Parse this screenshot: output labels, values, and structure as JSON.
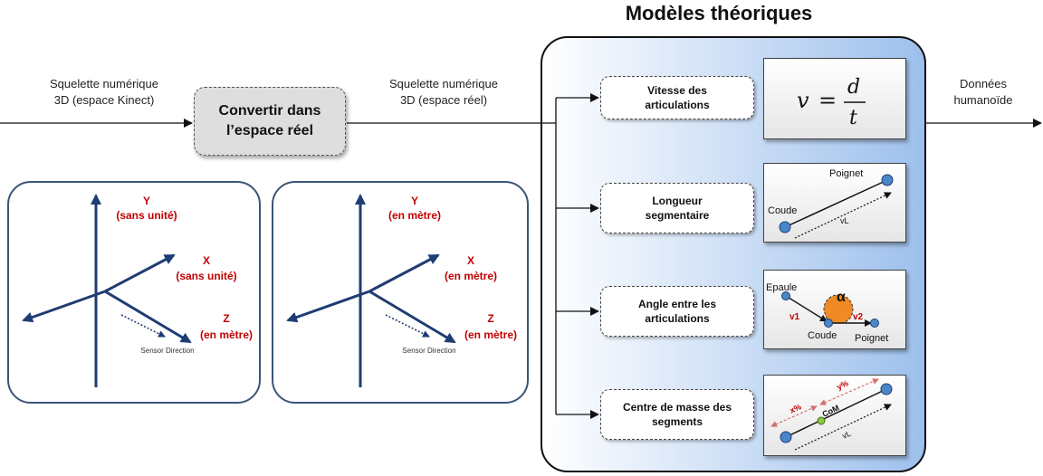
{
  "title": "Modèles théoriques",
  "input_label": {
    "line1": "Squelette numérique",
    "line2": "3D (espace Kinect)"
  },
  "mid_label": {
    "line1": "Squelette numérique",
    "line2": "3D (espace réel)"
  },
  "output_label": {
    "line1": "Données",
    "line2": "humanoïde"
  },
  "convert_box": {
    "line1": "Convertir dans",
    "line2": "l’espace réel"
  },
  "kinect_axes": {
    "y_label": "Y",
    "y_unit": "(sans unité)",
    "x_label": "X",
    "x_unit": "(sans unité)",
    "z_label": "Z",
    "z_unit": "(en mètre)",
    "sensor_direction": "Sensor Direction"
  },
  "real_axes": {
    "y_label": "Y",
    "y_unit": "(en mètre)",
    "x_label": "X",
    "x_unit": "(en mètre)",
    "z_label": "Z",
    "z_unit": "(en mètre)",
    "sensor_direction": "Sensor Direction"
  },
  "models": [
    {
      "line1": "Vitesse des",
      "line2": "articulations"
    },
    {
      "line1": "Longueur",
      "line2": "segmentaire"
    },
    {
      "line1": "Angle entre les",
      "line2": "articulations"
    },
    {
      "line1": "Centre de masse des",
      "line2": "segments"
    }
  ],
  "formula": {
    "lhs": "v",
    "eq": "=",
    "num": "d",
    "den": "t"
  },
  "segment_length": {
    "poignet": "Poignet",
    "coude": "Coude",
    "vector": "vL"
  },
  "angle": {
    "epaule": "Epaule",
    "coude": "Coude",
    "poignet": "Poignet",
    "v1": "v1",
    "v2": "v2",
    "alpha": "α"
  },
  "com": {
    "x_pct": "x%",
    "y_pct": "y%",
    "com": "CoM",
    "vector": "vL"
  },
  "colors": {
    "axis": "#1f3d73",
    "axis_label": "#c00000",
    "joint": "#4a86c8",
    "panel_border": "#3a5578",
    "alpha_fill": "#f08a24",
    "com_point": "#8dc63f",
    "pct_arrow": "#d07070"
  }
}
